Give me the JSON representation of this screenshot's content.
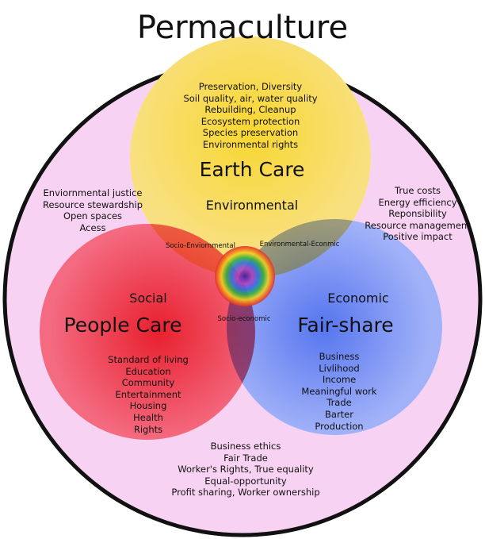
{
  "title": "Permaculture",
  "colors": {
    "background": "#f8d2f2",
    "earth": "#f7d548",
    "people": "#f1404e",
    "fair": "#6f86f2",
    "outline": "#111111"
  },
  "earth_care": {
    "heading": "Earth Care",
    "subheading": "Environmental",
    "items": [
      "Preservation, Diversity",
      "Soil quality, air, water quality",
      "Rebuilding, Cleanup",
      "Ecosystem protection",
      "Species preservation",
      "Environmental rights"
    ]
  },
  "people_care": {
    "heading": "People Care",
    "subheading": "Social",
    "items": [
      "Standard of living",
      "Education",
      "Community",
      "Entertainment",
      "Housing",
      "Health",
      "Rights"
    ]
  },
  "fair_share": {
    "heading": "Fair-share",
    "subheading": "Economic",
    "items": [
      "Business",
      "Livlihood",
      "Income",
      "Meaningful work",
      "Trade",
      "Barter",
      "Production"
    ]
  },
  "overlaps": {
    "socio_environmental": {
      "label": "Socio-Enviornmental",
      "items": [
        "Enviornmental justice",
        "Resource stewardship",
        "Open spaces",
        "Acess"
      ]
    },
    "environmental_economic": {
      "label": "Environmental-Econmic",
      "items": [
        "True costs",
        "Energy efficiency",
        "Reponsibility",
        "Resource management",
        "Positive impact"
      ]
    },
    "socio_economic": {
      "label": "Socio-economic",
      "items": [
        "Business ethics",
        "Fair Trade",
        "Worker's Rights, True equality",
        "Equal-opportunity",
        "Profit sharing, Worker ownership"
      ]
    }
  }
}
